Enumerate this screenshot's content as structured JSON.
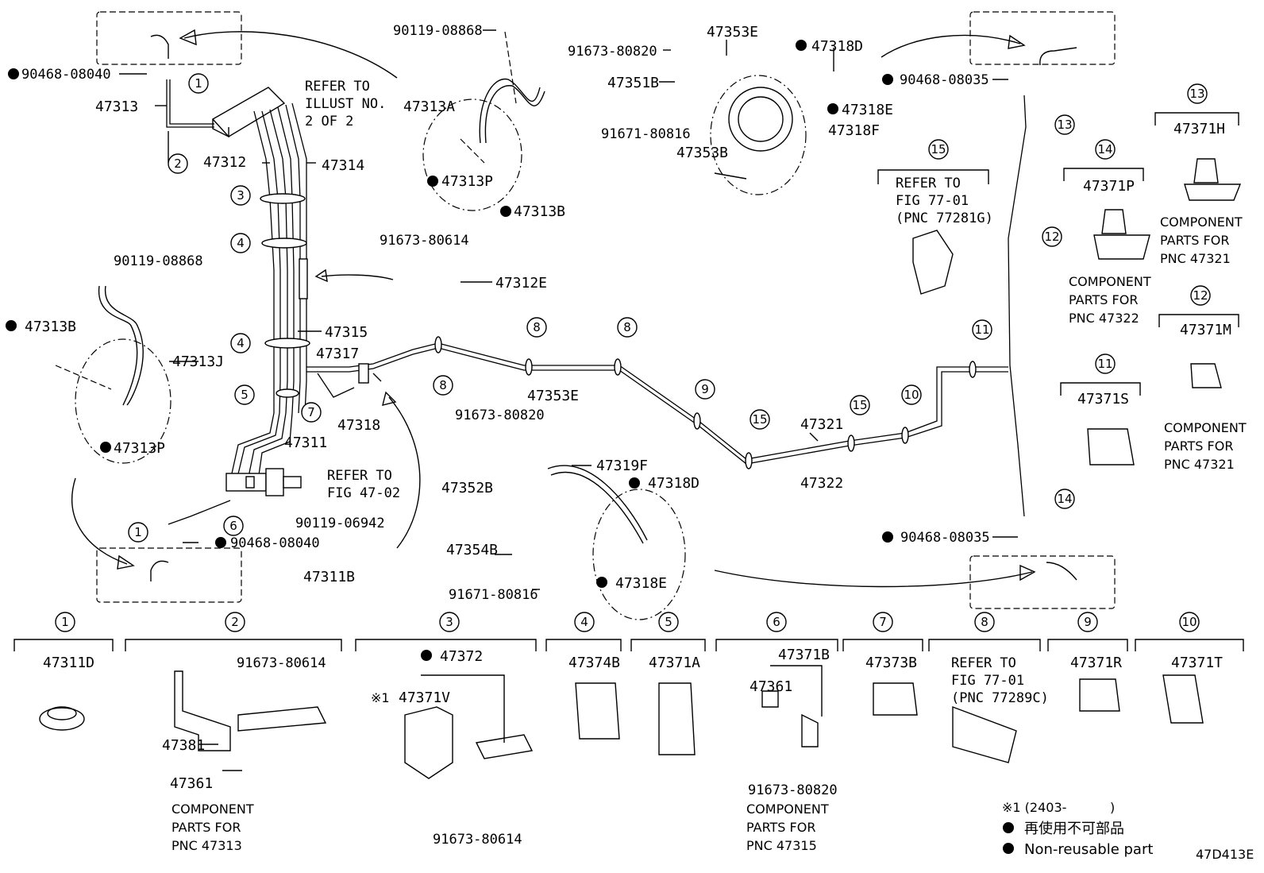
{
  "refs": {
    "illust": [
      "REFER TO",
      "ILLUST NO.",
      "2 OF 2"
    ],
    "fig4702": [
      "REFER TO",
      "FIG 47-02"
    ],
    "fig7701a": [
      "REFER TO",
      "FIG 77-01",
      "(PNC 77281G)"
    ],
    "fig7701b": [
      "REFER TO",
      "FIG 77-01",
      "(PNC 77289C)"
    ]
  },
  "parts": {
    "p9046808040a": "90468-08040",
    "p47313": "47313",
    "p47312": "47312",
    "p47314": "47314",
    "p9011908868a": "90119-08868",
    "p47313A": "47313A",
    "p47313P": "47313P",
    "p47313B": "47313B",
    "p9167380820a": "91673-80820",
    "p47353E": "47353E",
    "p47318D": "47318D",
    "p47351B": "47351B",
    "p47318E": "47318E",
    "p47318F": "47318F",
    "p9167180816a": "91671-80816",
    "p47353B": "47353B",
    "p9046808035a": "90468-08035",
    "p47371H": "47371H",
    "p47371P": "47371P",
    "p9167380614a": "91673-80614",
    "p47312E": "47312E",
    "p9011908868b": "90119-08868",
    "p47313Bb": "47313B",
    "p47313J": "47313J",
    "p47313Pb": "47313P",
    "p47315": "47315",
    "p47317": "47317",
    "p47318": "47318",
    "p47311": "47311",
    "p9011906942": "90119-06942",
    "p9046808040b": "90468-08040",
    "p47311B": "47311B",
    "p47353Eb": "47353E",
    "p9167380820b": "91673-80820",
    "p47352B": "47352B",
    "p47319F": "47319F",
    "p47318Db": "47318D",
    "p47354B": "47354B",
    "p9167180816b": "91671-80816",
    "p47318Eb": "47318E",
    "p47321": "47321",
    "p47322": "47322",
    "p47371M": "47371M",
    "p47371S": "47371S",
    "p9046808035b": "90468-08035",
    "p47311D": "47311D",
    "p9167380614b": "91673-80614",
    "p47381": "47381",
    "p47361": "47361",
    "p47372": "47372",
    "p47371V": "47371V",
    "p9167380614c": "91673-80614",
    "p47374B": "47374B",
    "p47371A": "47371A",
    "p47371B": "47371B",
    "p47361b": "47361",
    "p9167380820c": "91673-80820",
    "p47373B": "47373B",
    "p47371R": "47371R",
    "p47371T": "47371T"
  },
  "notes": {
    "comp47321a": [
      "COMPONENT",
      "PARTS FOR",
      "PNC 47321"
    ],
    "comp47322": [
      "COMPONENT",
      "PARTS FOR",
      "PNC 47322"
    ],
    "comp47321b": [
      "COMPONENT",
      "PARTS FOR",
      "PNC 47321"
    ],
    "comp47313": [
      "COMPONENT",
      "PARTS FOR",
      "PNC 47313"
    ],
    "comp47315": [
      "COMPONENT",
      "PARTS FOR",
      "PNC 47315"
    ]
  },
  "marks": {
    "star1": "※1",
    "star1_note": "※1 (2403-",
    "star1_close": ")",
    "legend_jp": "再使用不可部品",
    "legend_en": "Non-reusable part",
    "code": "47D413E"
  },
  "callouts": [
    "1",
    "2",
    "3",
    "4",
    "5",
    "6",
    "7",
    "8",
    "9",
    "10",
    "11",
    "12",
    "13",
    "14",
    "15"
  ]
}
